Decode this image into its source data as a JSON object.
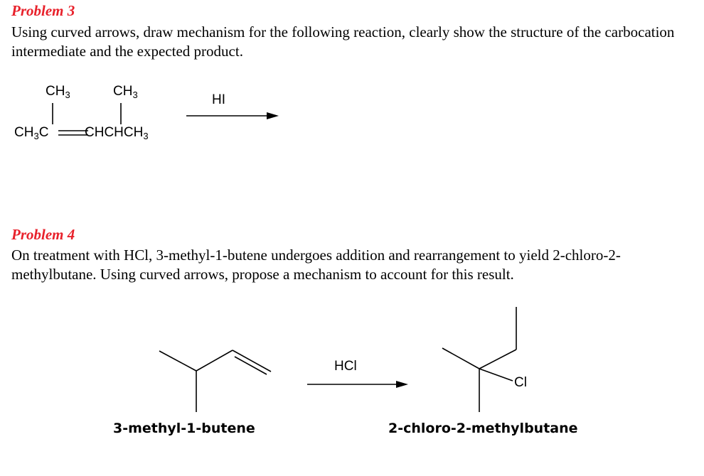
{
  "problem3": {
    "heading": "Problem 3",
    "text": "Using curved arrows, draw mechanism for the following reaction, clearly show the structure of the carbocation intermediate and the expected product.",
    "reactant": {
      "methyl_left": "CH",
      "methyl_left_sub": "3",
      "methyl_right": "CH",
      "methyl_right_sub": "3",
      "chain_a": "CH",
      "chain_a_sub": "3",
      "chain_b": "C",
      "chain_c": "CHCHCH",
      "chain_c_sub": "3"
    },
    "reagent": "HI"
  },
  "problem4": {
    "heading": "Problem 4",
    "text": "On treatment with HCl, 3-methyl-1-butene undergoes addition and rearrangement to yield 2-chloro-2-methylbutane. Using curved arrows, propose a mechanism to account for this result.",
    "reagent": "HCl",
    "product_atom": "Cl",
    "reactant_name": "3-methyl-1-butene",
    "product_name": "2-chloro-2-methylbutane"
  }
}
